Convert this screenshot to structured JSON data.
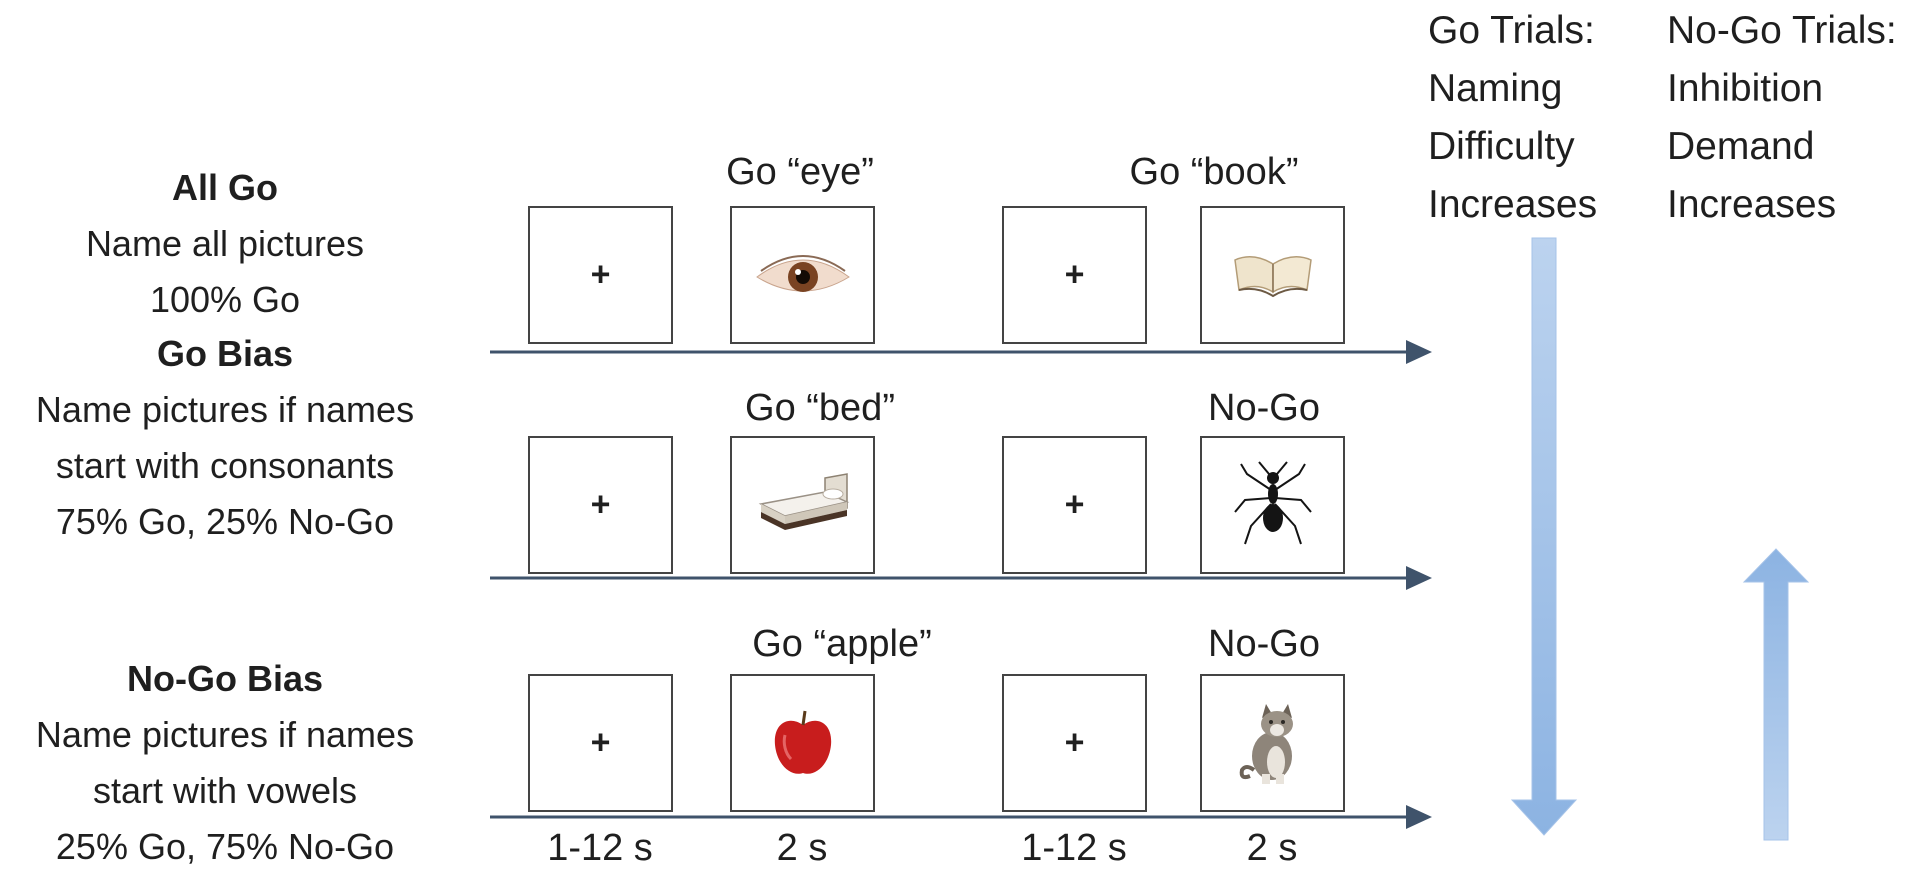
{
  "conditions": [
    {
      "title": "All Go",
      "lines": [
        "Name all pictures",
        "100% Go"
      ]
    },
    {
      "title": "Go Bias",
      "lines": [
        "Name pictures if names",
        "start with consonants",
        "75% Go, 25% No-Go"
      ]
    },
    {
      "title": "No-Go Bias",
      "lines": [
        "Name pictures if names",
        "start with vowels",
        "25% Go, 75% No-Go"
      ]
    }
  ],
  "fixation": "+",
  "trials": [
    {
      "label1": "Go “eye”",
      "label2": "Go “book”",
      "pic1": "eye-picture",
      "pic2": "book-picture"
    },
    {
      "label1": "Go “bed”",
      "label2": "No-Go",
      "pic1": "bed-picture",
      "pic2": "ant-picture"
    },
    {
      "label1": "Go “apple”",
      "label2": "No-Go",
      "pic1": "apple-picture",
      "pic2": "cat-picture"
    }
  ],
  "durations": [
    "1-12 s",
    "2 s",
    "1-12 s",
    "2 s"
  ],
  "go_trials": [
    "Go Trials:",
    "Naming",
    "Difficulty",
    "Increases"
  ],
  "nogo_trials": [
    "No-Go Trials:",
    "Inhibition",
    "Demand",
    "Increases"
  ],
  "colors": {
    "timeline": "#3f536b",
    "gradient_arrow": "#8fb5e3",
    "apple": "#c81d1d"
  }
}
